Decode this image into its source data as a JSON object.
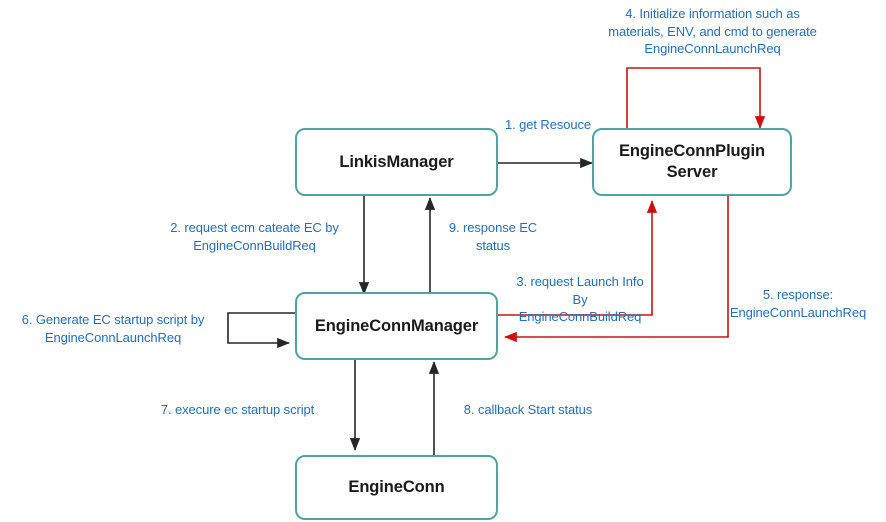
{
  "diagram": {
    "title": "Linkis EngineConn start-up sequence diagram",
    "colors": {
      "node_border": "#4BA5A5",
      "node_text": "#1a1a1a",
      "label_text": "#1F6FC4",
      "black_edge": "#262626",
      "red_edge": "#CC1111",
      "background": "#ffffff"
    },
    "nodes": [
      {
        "id": "linkis-manager",
        "label": "LinkisManager"
      },
      {
        "id": "engineconnplugin-server",
        "label_line1": "EngineConnPlugin",
        "label_line2": "Server"
      },
      {
        "id": "engineconn-manager",
        "label": "EngineConnManager"
      },
      {
        "id": "engineconn",
        "label": "EngineConn"
      }
    ],
    "edge_labels": [
      {
        "id": "label-1",
        "text": "1. get Resouce",
        "color": "#1F6FC4"
      },
      {
        "id": "label-2",
        "text": "2. request ecm cateate EC by\nEngineConnBuildReq",
        "color": "#1F6FC4"
      },
      {
        "id": "label-3",
        "text": "3. request Launch Info\nBy\nEngineConnBuildReq",
        "color": "#1F6FC4"
      },
      {
        "id": "label-4",
        "text": "4. Initialize information such as\nmaterials, ENV, and cmd to generate\nEngineConnLaunchReq",
        "color": "#1F6FC4"
      },
      {
        "id": "label-5",
        "text": "5. response:\nEngineConnLaunchReq",
        "color": "#1F6FC4"
      },
      {
        "id": "label-6",
        "text": "6. Generate EC startup script by\nEngineConnLaunchReq",
        "color": "#1F6FC4"
      },
      {
        "id": "label-7",
        "text": "7. execure ec startup script",
        "color": "#1F6FC4"
      },
      {
        "id": "label-8",
        "text": "8. callback Start status",
        "color": "#1F6FC4"
      },
      {
        "id": "label-9",
        "text": "9. response EC\nstatus",
        "color": "#1F6FC4"
      }
    ]
  }
}
